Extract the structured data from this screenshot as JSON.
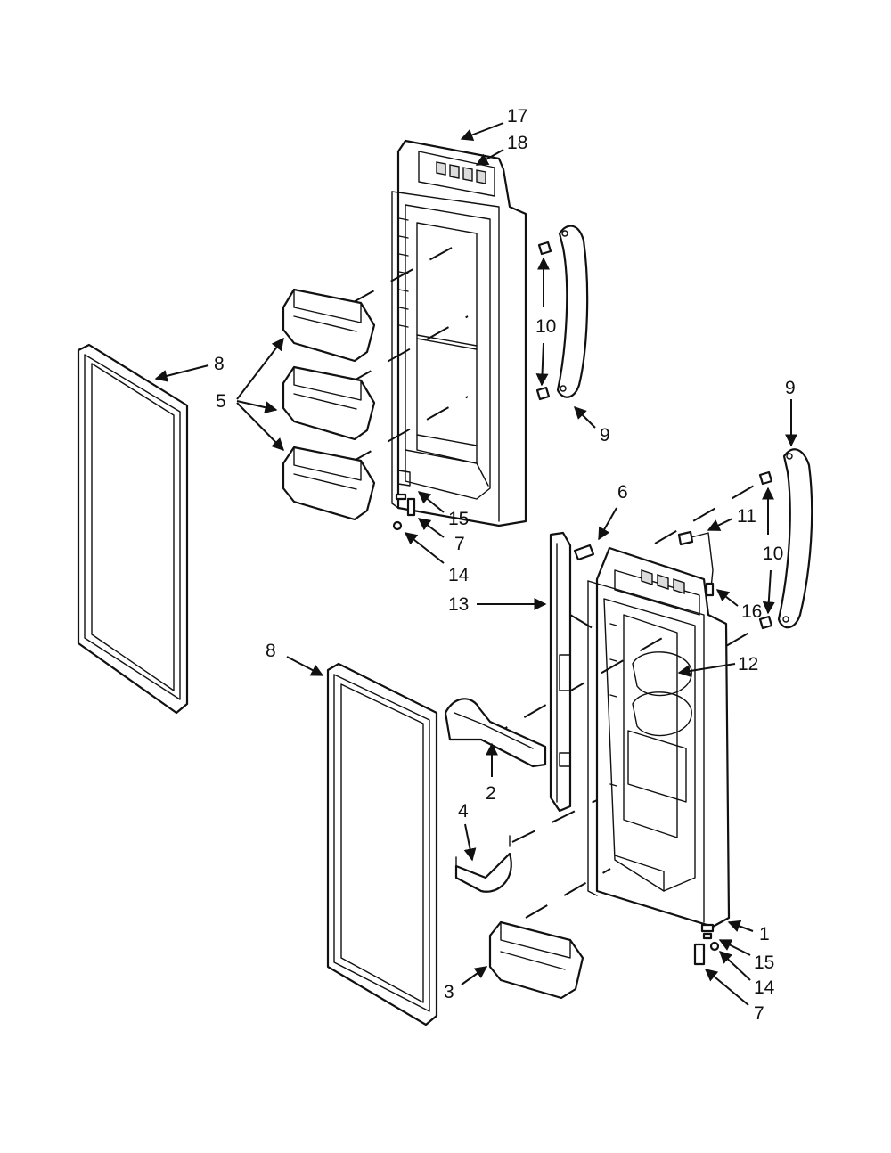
{
  "diagram": {
    "callouts": [
      {
        "id": "c17",
        "text": "17"
      },
      {
        "id": "c18",
        "text": "18"
      },
      {
        "id": "c10a",
        "text": "10"
      },
      {
        "id": "c9a",
        "text": "9"
      },
      {
        "id": "c8a",
        "text": "8"
      },
      {
        "id": "c5",
        "text": "5"
      },
      {
        "id": "c15a",
        "text": "15"
      },
      {
        "id": "c7a",
        "text": "7"
      },
      {
        "id": "c14a",
        "text": "14"
      },
      {
        "id": "c6",
        "text": "6"
      },
      {
        "id": "c11",
        "text": "11"
      },
      {
        "id": "c9b",
        "text": "9"
      },
      {
        "id": "c10b",
        "text": "10"
      },
      {
        "id": "c16",
        "text": "16"
      },
      {
        "id": "c13",
        "text": "13"
      },
      {
        "id": "c12",
        "text": "12"
      },
      {
        "id": "c8b",
        "text": "8"
      },
      {
        "id": "c2",
        "text": "2"
      },
      {
        "id": "c4",
        "text": "4"
      },
      {
        "id": "c1",
        "text": "1"
      },
      {
        "id": "c15b",
        "text": "15"
      },
      {
        "id": "c14b",
        "text": "14"
      },
      {
        "id": "c3",
        "text": "3"
      },
      {
        "id": "c7b",
        "text": "7"
      }
    ]
  }
}
